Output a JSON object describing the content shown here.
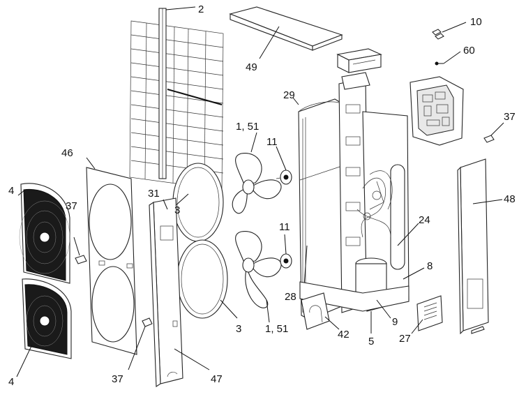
{
  "labels": {
    "l2": "2",
    "l49": "49",
    "l10": "10",
    "l60": "60",
    "l29": "29",
    "l1_51_top": "1, 51",
    "l11_top": "11",
    "l37_right": "37",
    "l46": "46",
    "l4_top": "4",
    "l37_left": "37",
    "l31": "31",
    "l3_top": "3",
    "l48": "48",
    "l24": "24",
    "l11_bottom": "11",
    "l8": "8",
    "l28": "28",
    "l9": "9",
    "l3_bottom": "3",
    "l1_51_bottom": "1, 51",
    "l42": "42",
    "l27": "27",
    "l5": "5",
    "l4_bottom": "4",
    "l37_bottom": "37",
    "l47": "47"
  }
}
